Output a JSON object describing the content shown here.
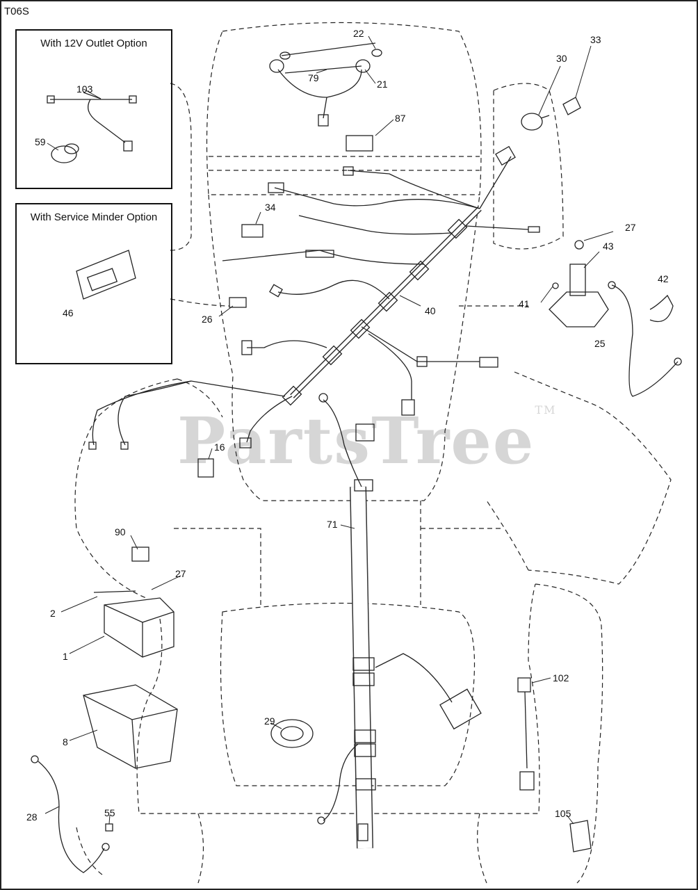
{
  "diagram_id": "T06S",
  "watermark": "PartsTree",
  "watermark_mark": "TM",
  "insets": {
    "outlet_option": "With 12V Outlet Option",
    "service_minder_option": "With Service Minder Option"
  },
  "callouts": {
    "c1": "1",
    "c2": "2",
    "c8": "8",
    "c16": "16",
    "c21": "21",
    "c22": "22",
    "c25": "25",
    "c26": "26",
    "c27a": "27",
    "c27b": "27",
    "c28": "28",
    "c29": "29",
    "c30": "30",
    "c33": "33",
    "c34": "34",
    "c40": "40",
    "c41": "41",
    "c42": "42",
    "c43": "43",
    "c46": "46",
    "c55": "55",
    "c59": "59",
    "c71": "71",
    "c79": "79",
    "c87": "87",
    "c90": "90",
    "c102": "102",
    "c103": "103",
    "c105": "105"
  }
}
